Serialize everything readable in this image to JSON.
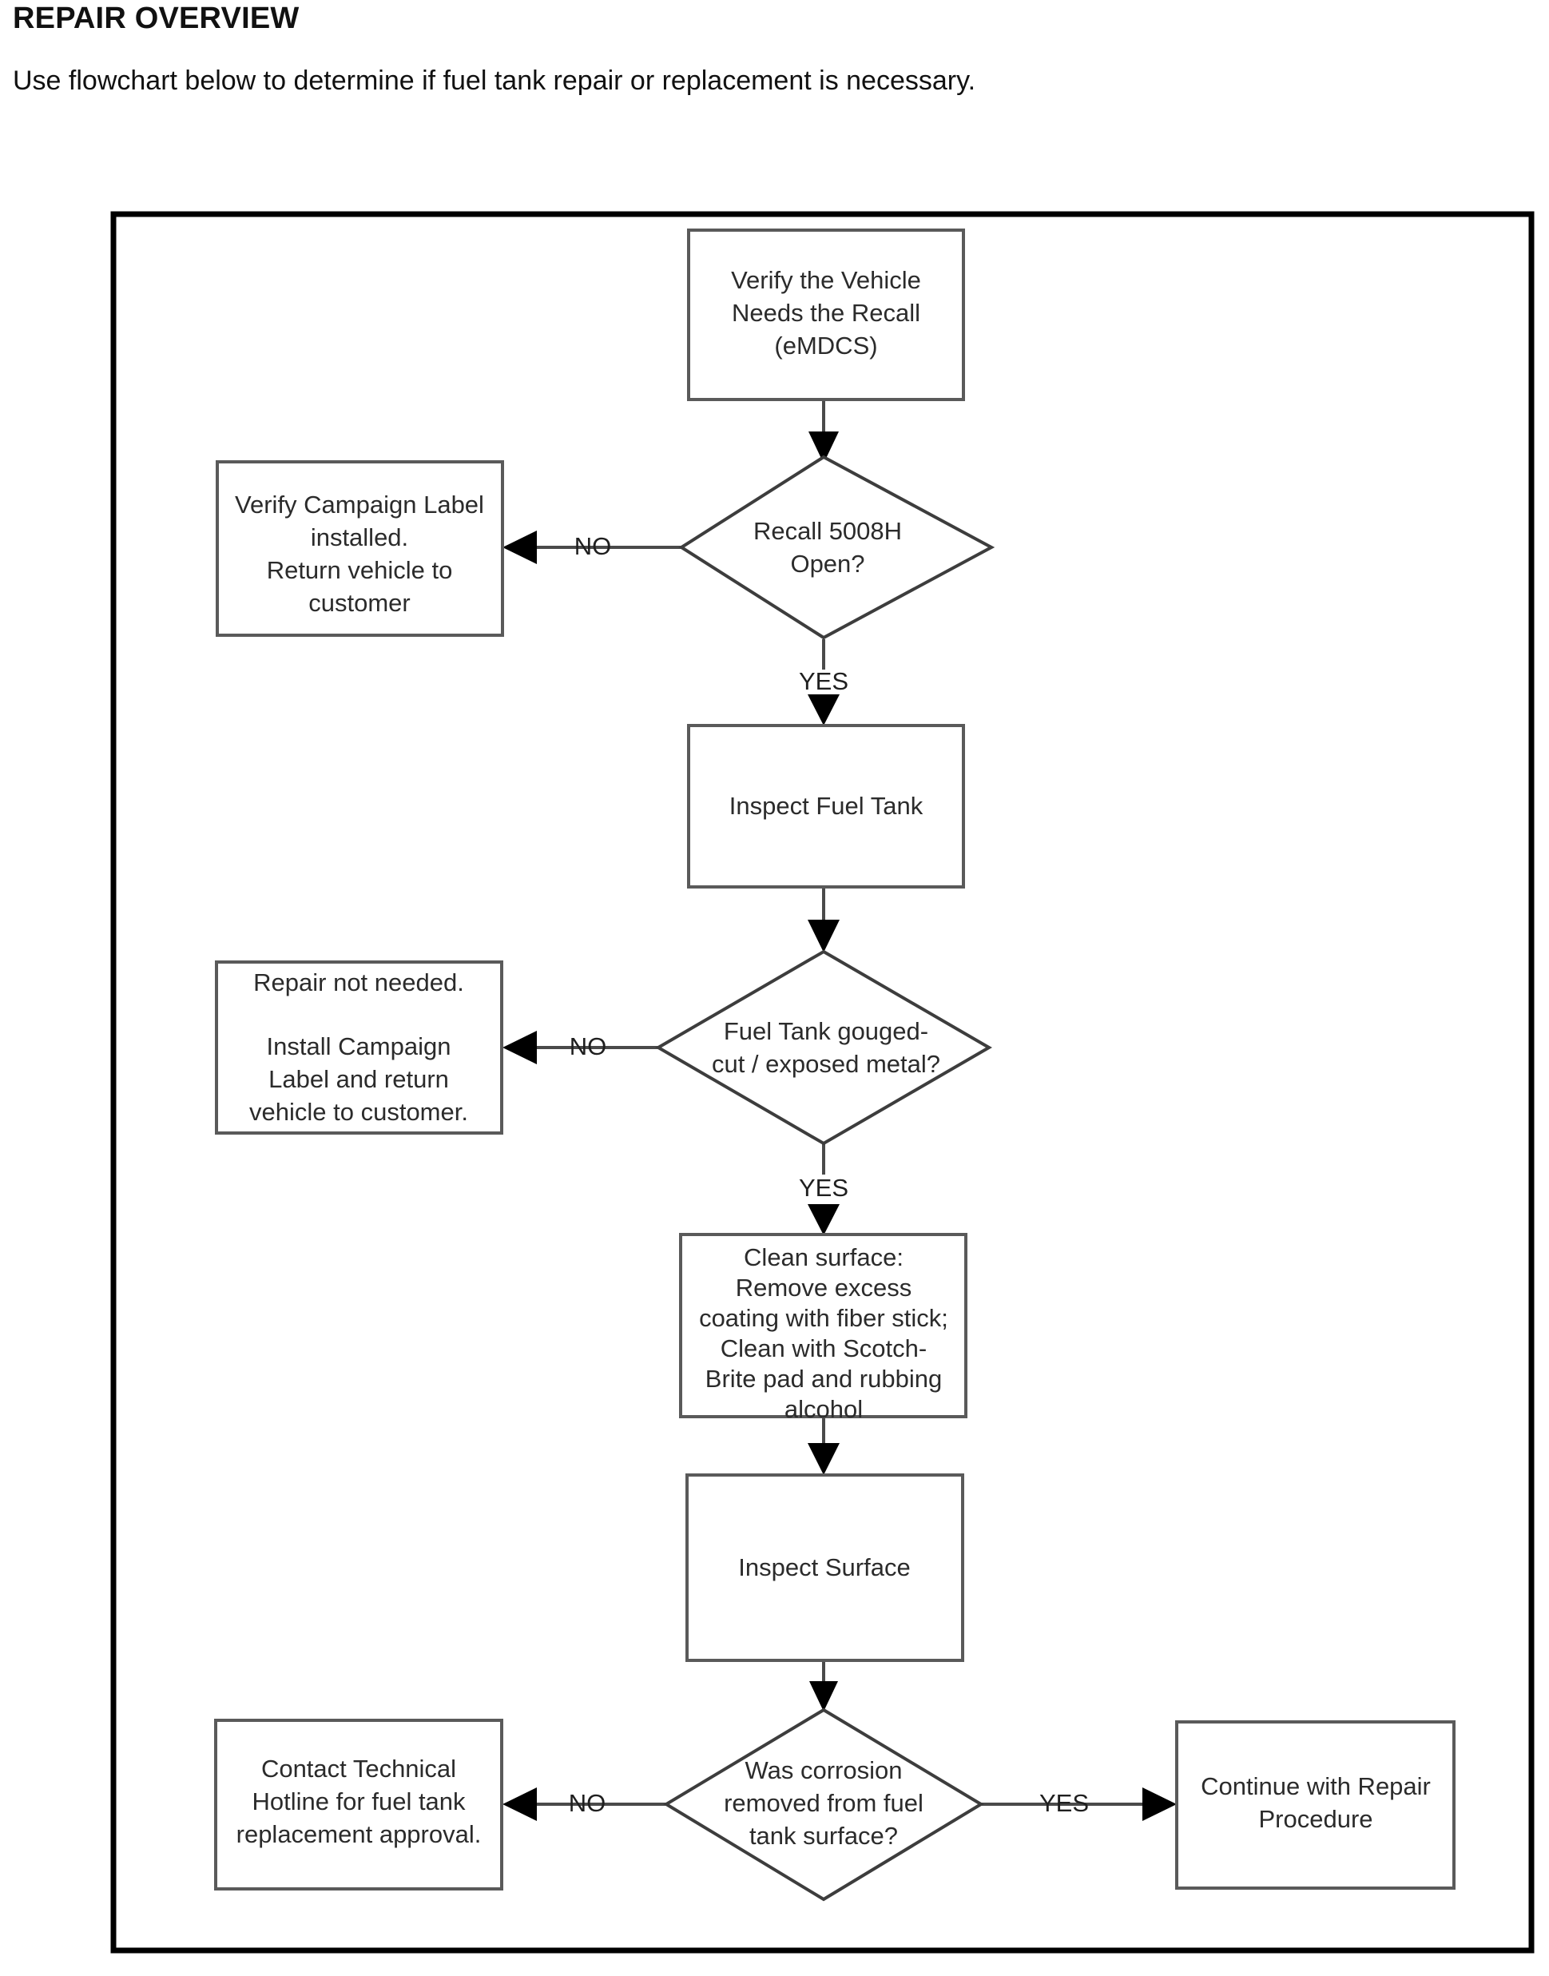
{
  "header": {
    "title": "REPAIR OVERVIEW",
    "subtitle": "Use flowchart below to determine if fuel tank repair or replacement is necessary."
  },
  "chart_data": {
    "type": "diagram",
    "diagram_kind": "flowchart",
    "title": "REPAIR OVERVIEW",
    "orientation": "top-to-bottom",
    "colors": {
      "frame_border": "#000000",
      "node_border": "#5a5a5a",
      "diamond_border": "#3d3d3d",
      "node_fill": "#ffffff",
      "connector": "#4a4a4a",
      "text": "#2b2b2b"
    },
    "nodes": [
      {
        "id": "start",
        "shape": "rect",
        "lines": [
          "Verify the Vehicle",
          "Needs the Recall",
          "(eMDCS)"
        ]
      },
      {
        "id": "recall_open",
        "shape": "diamond",
        "lines": [
          "Recall 5008H",
          "Open?"
        ]
      },
      {
        "id": "verify_label",
        "shape": "rect",
        "lines": [
          "Verify Campaign Label",
          "installed.",
          "Return vehicle to",
          "customer"
        ]
      },
      {
        "id": "inspect_tank",
        "shape": "rect",
        "lines": [
          "Inspect Fuel Tank"
        ]
      },
      {
        "id": "gouged",
        "shape": "diamond",
        "lines": [
          "Fuel Tank gouged-",
          "cut / exposed metal?"
        ]
      },
      {
        "id": "repair_not_needed",
        "shape": "rect",
        "lines": [
          "Repair not needed.",
          "",
          "Install Campaign",
          "Label and return",
          "vehicle to customer."
        ]
      },
      {
        "id": "clean_surface",
        "shape": "rect",
        "lines": [
          "Clean surface:",
          "Remove excess",
          "coating with fiber stick;",
          "Clean with Scotch-",
          "Brite pad and rubbing",
          "alcohol"
        ]
      },
      {
        "id": "inspect_surface",
        "shape": "rect",
        "lines": [
          "Inspect Surface"
        ]
      },
      {
        "id": "corrosion_removed",
        "shape": "diamond",
        "lines": [
          "Was corrosion",
          "removed from fuel",
          "tank surface?"
        ]
      },
      {
        "id": "contact_hotline",
        "shape": "rect",
        "lines": [
          "Contact Technical",
          "Hotline for fuel tank",
          "replacement approval."
        ]
      },
      {
        "id": "continue_repair",
        "shape": "rect",
        "lines": [
          "Continue with Repair",
          "Procedure"
        ]
      }
    ],
    "edges": [
      {
        "from": "start",
        "to": "recall_open",
        "label": ""
      },
      {
        "from": "recall_open",
        "to": "verify_label",
        "label": "NO"
      },
      {
        "from": "recall_open",
        "to": "inspect_tank",
        "label": "YES"
      },
      {
        "from": "inspect_tank",
        "to": "gouged",
        "label": ""
      },
      {
        "from": "gouged",
        "to": "repair_not_needed",
        "label": "NO"
      },
      {
        "from": "gouged",
        "to": "clean_surface",
        "label": "YES"
      },
      {
        "from": "clean_surface",
        "to": "inspect_surface",
        "label": ""
      },
      {
        "from": "inspect_surface",
        "to": "corrosion_removed",
        "label": ""
      },
      {
        "from": "corrosion_removed",
        "to": "contact_hotline",
        "label": "NO"
      },
      {
        "from": "corrosion_removed",
        "to": "continue_repair",
        "label": "YES"
      }
    ],
    "edge_labels": [
      "NO",
      "YES",
      "NO",
      "YES",
      "NO",
      "YES"
    ]
  },
  "nodes": {
    "start": {
      "l0": "Verify the Vehicle",
      "l1": "Needs the Recall",
      "l2": "(eMDCS)"
    },
    "recall_open": {
      "l0": "Recall 5008H",
      "l1": "Open?"
    },
    "verify_label": {
      "l0": "Verify Campaign Label",
      "l1": "installed.",
      "l2": "Return vehicle to",
      "l3": "customer"
    },
    "inspect_tank": {
      "l0": "Inspect Fuel Tank"
    },
    "gouged": {
      "l0": "Fuel Tank gouged-",
      "l1": "cut / exposed metal?"
    },
    "repair_not_needed": {
      "l0": "Repair not needed.",
      "l1": "Install Campaign",
      "l2": "Label and return",
      "l3": "vehicle to customer."
    },
    "clean_surface": {
      "l0": "Clean surface:",
      "l1": "Remove excess",
      "l2": "coating with fiber stick;",
      "l3": "Clean with Scotch-",
      "l4": "Brite pad and rubbing",
      "l5": "alcohol"
    },
    "inspect_surface": {
      "l0": "Inspect Surface"
    },
    "corrosion_removed": {
      "l0": "Was corrosion",
      "l1": "removed from fuel",
      "l2": "tank surface?"
    },
    "contact_hotline": {
      "l0": "Contact Technical",
      "l1": "Hotline for fuel tank",
      "l2": "replacement approval."
    },
    "continue_repair": {
      "l0": "Continue with Repair",
      "l1": "Procedure"
    }
  },
  "edge_labels": {
    "recall_no": "NO",
    "recall_yes": "YES",
    "gouged_no": "NO",
    "gouged_yes": "YES",
    "corrosion_no": "NO",
    "corrosion_yes": "YES"
  }
}
